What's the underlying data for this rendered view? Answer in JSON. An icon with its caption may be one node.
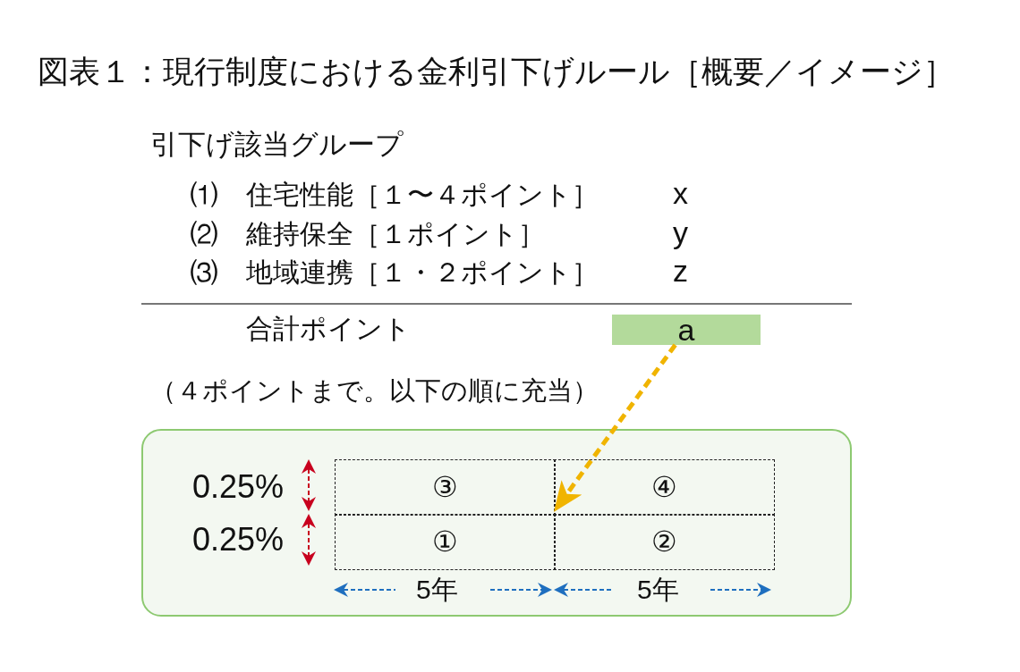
{
  "diagram": {
    "title": "図表１：現行制度における金利引下げルール［概要／イメージ］",
    "nodes": [
      {
        "text": [
          "a"
        ]
      },
      {
        "text": [],
        "shape": "box"
      },
      {
        "text": [
          "③"
        ],
        "in": 1
      },
      {
        "text": [
          "④"
        ],
        "in": 1
      },
      {
        "text": [
          "①"
        ],
        "in": 1
      },
      {
        "text": [
          "②"
        ],
        "in": 1
      }
    ],
    "edges": [
      {
        "from": 0,
        "to": 3,
        "arrow": "to",
        "style": "dashed",
        "color": "#f0b400"
      }
    ],
    "labels": [
      "引下げ該当グループ",
      "⑴",
      "住宅性能［１〜４ポイント］",
      "x",
      "⑵",
      "維持保全［１ポイント］",
      "y",
      "⑶",
      "地域連携［１・２ポイント］",
      "z",
      "合計ポイント",
      "（４ポイントまで。以下の順に充当）",
      "0.25%",
      "0.25%",
      "5年",
      "5年"
    ]
  }
}
